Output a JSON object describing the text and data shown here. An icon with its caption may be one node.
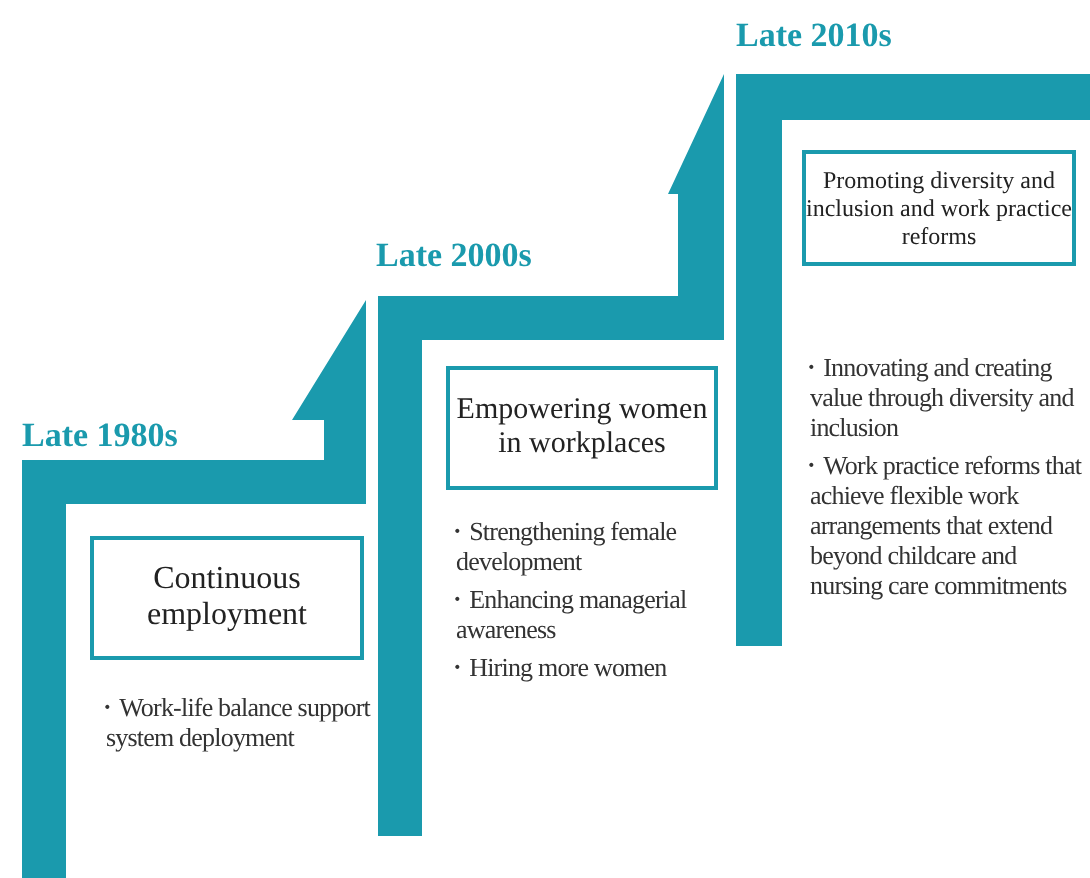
{
  "diagram": {
    "nodes": [
      {
        "text": [
          "Continuous employment"
        ]
      },
      {
        "text": [
          "Empowering women in workplaces"
        ]
      },
      {
        "text": [
          "Promoting diversity and inclusion and work practice reforms"
        ]
      }
    ],
    "labels": [
      "Late 2010s",
      "Late 2000s",
      "Late 1980s",
      "・Innovating and creating value through diversity and inclusion",
      "・Work practice reforms that achieve flexible work arrangements that extend beyond childcare and nursing care commitments",
      "・Strengthening female development",
      "・Enhancing managerial awareness",
      "・Hiring more women",
      "・Work-life balance support system deployment"
    ]
  }
}
